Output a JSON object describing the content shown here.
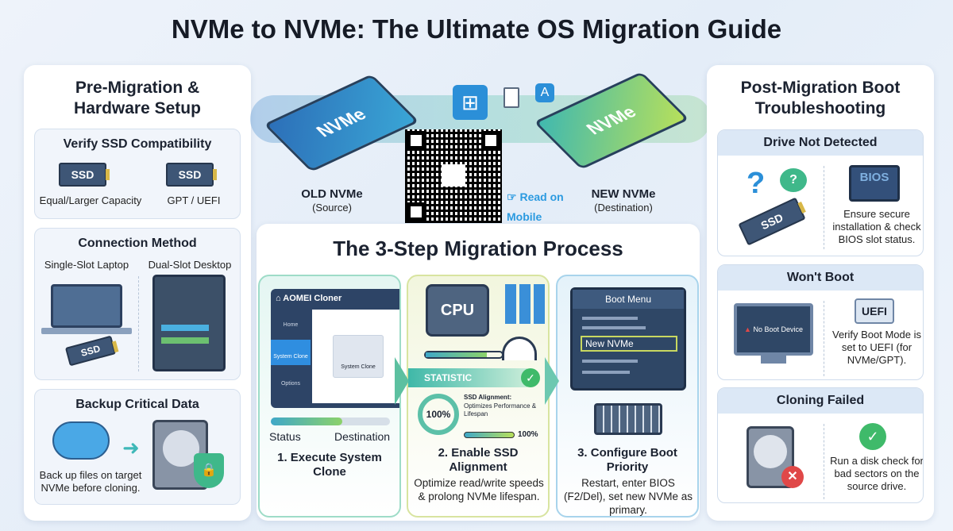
{
  "title": "NVMe to NVMe: The Ultimate OS Migration Guide",
  "left": {
    "title": "Pre-Migration & Hardware Setup",
    "verify": {
      "title": "Verify SSD Compatibility",
      "ssd_label": "SSD",
      "items": [
        "Equal/Larger Capacity",
        "GPT / UEFI"
      ]
    },
    "connection": {
      "title": "Connection Method",
      "items": [
        "Single-Slot Laptop",
        "Dual-Slot Desktop"
      ],
      "ssd_label": "SSD"
    },
    "backup": {
      "title": "Backup Critical Data",
      "text": "Back up files on target NVMe before cloning."
    }
  },
  "drives": {
    "old": {
      "chip": "NVMe",
      "label": "OLD NVMe",
      "sub": "(Source)"
    },
    "new": {
      "chip": "NVMe",
      "label": "NEW NVMe",
      "sub": "(Destination)"
    }
  },
  "qr": {
    "read_label": "Read on Mobile"
  },
  "process": {
    "title": "The 3-Step Migration Process",
    "step1": {
      "app": "AOMEI Cloner",
      "nav": [
        "Home",
        "System Clone",
        "Options"
      ],
      "tile": "System Clone",
      "status": "Status",
      "destination": "Destination",
      "title": "1. Execute System Clone"
    },
    "step2": {
      "cpu": "CPU",
      "statistic": "STATISTIC",
      "ring": "100%",
      "align_title": "SSD Alignment:",
      "align_text": "Optimizes Performance & Lifespan",
      "bar_value": "100%",
      "progress": 1.0,
      "title": "2. Enable SSD Alignment",
      "text": "Optimize read/write speeds & prolong NVMe lifespan."
    },
    "step3": {
      "menu_title": "Boot Menu",
      "selected": "New NVMe",
      "title": "3. Configure Boot Priority",
      "text": "Restart, enter BIOS (F2/Del), set new NVMe as primary."
    }
  },
  "right": {
    "title": "Post-Migration Boot Troubleshooting",
    "cards": [
      {
        "title": "Drive Not Detected",
        "badge": "BIOS",
        "ssd": "SSD",
        "text": "Ensure secure installation & check BIOS slot status."
      },
      {
        "title": "Won't Boot",
        "screen": "No Boot Device",
        "badge": "UEFI",
        "text": "Verify Boot Mode is set to UEFI (for NVMe/GPT)."
      },
      {
        "title": "Cloning Failed",
        "text": "Run a disk check for bad sectors on the source drive."
      }
    ]
  },
  "colors": {
    "teal": "#3fb8a8",
    "green": "#8cc63f",
    "blue": "#2b8fd8",
    "navy": "#2f4766"
  }
}
